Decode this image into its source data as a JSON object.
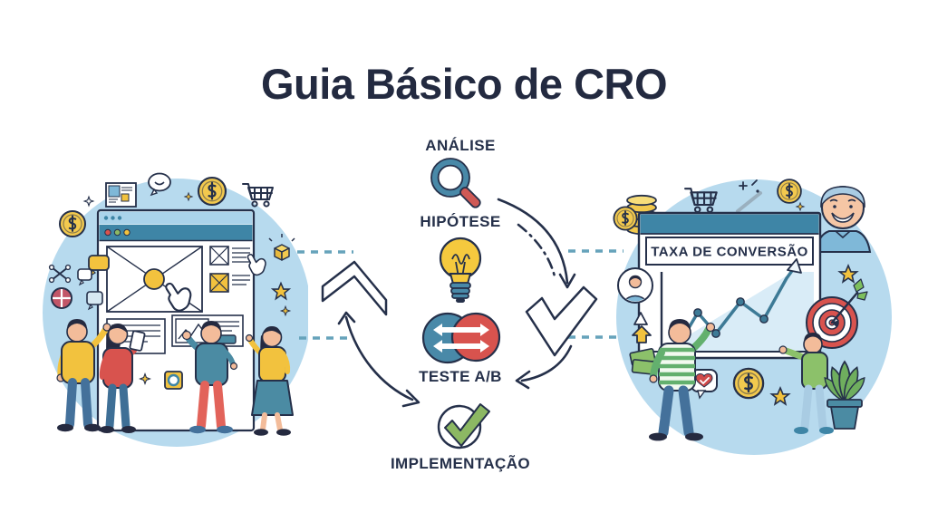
{
  "title": "Guia Básico de CRO",
  "steps": [
    {
      "label": "ANÁLISE",
      "icon": "magnifier-icon"
    },
    {
      "label": "HIPÓTESE",
      "icon": "lightbulb-icon"
    },
    {
      "label": "TESTE A/B",
      "icon": "ab-test-circles-icon"
    },
    {
      "label": "IMPLEMENTAÇÃO",
      "icon": "check-circle-icon"
    }
  ],
  "left_scene": {
    "description": "Equipe analisando wireframe de site em janela de navegador",
    "icons": [
      "dollar-coin-icon",
      "speech-bubble-icon",
      "shopping-cart-icon",
      "browser-wireframe",
      "cursor-hand-icon",
      "star-icon",
      "cube-icon",
      "grid-circle-icon",
      "sketch-tools-icon",
      "sparkle-icon",
      "chat-bubbles-icon"
    ]
  },
  "right_scene": {
    "header": "TAXA DE CONVERSÃO",
    "description": "Equipe comemorando gráfico de conversão em alta",
    "trend_points": [
      1.0,
      3.2,
      2.1,
      3.9,
      3.0,
      5.4
    ],
    "icons": [
      "coin-stack-icon",
      "dollar-coin-icon",
      "shopping-cart-icon",
      "magic-wand-icon",
      "happy-customer-icon",
      "user-avatar-icon",
      "up-arrow-icon",
      "money-bills-icon",
      "heart-bubble-icon",
      "star-icon",
      "target-arrow-icon",
      "plant-icon",
      "line-chart-arrow-icon"
    ]
  },
  "colors": {
    "ink": "#25304a",
    "title_text": "#232a40",
    "scene_circle": "#b7daee",
    "teal": "#3e85a6",
    "light_blue": "#aad3ea",
    "yellow": "#f2c23e",
    "gold": "#f2c94e",
    "red": "#d8534e",
    "coral": "#e2635a",
    "blue": "#4989a8",
    "green_check": "#8cb863",
    "dash_line": "#66a3bb",
    "chart_fill": "#d9ecf7"
  }
}
